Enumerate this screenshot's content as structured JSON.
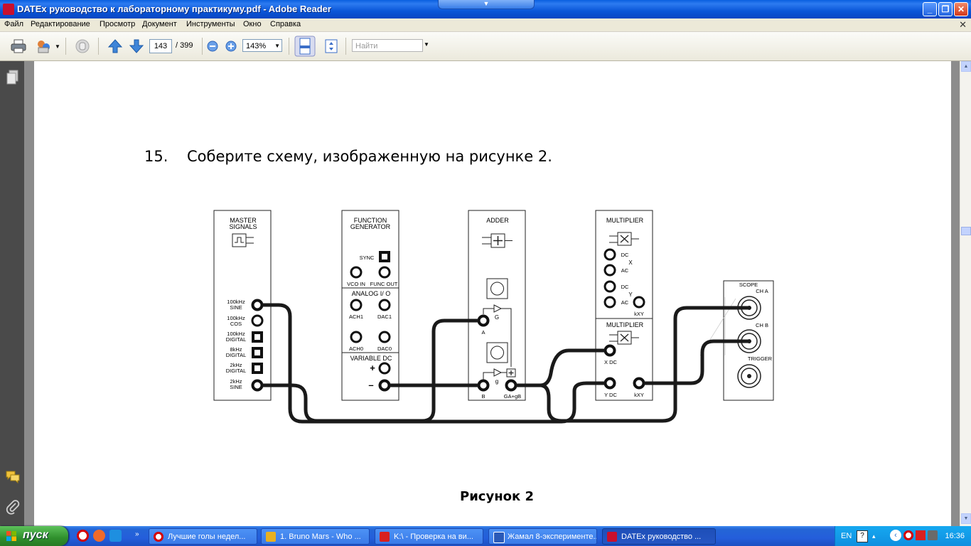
{
  "window": {
    "title": "DATEx руководство к лабораторному практикуму.pdf - Adobe Reader"
  },
  "menu": [
    "Файл",
    "Редактирование",
    "Просмотр",
    "Документ",
    "Инструменты",
    "Окно",
    "Справка"
  ],
  "toolbar": {
    "page_current": "143",
    "page_total": "/ 399",
    "zoom": "143%",
    "find_placeholder": "Найти"
  },
  "document": {
    "step_number": "15.",
    "step_text": "Соберите схему, изображенную на рисунке 2.",
    "caption": "Рисунок 2"
  },
  "diagram": {
    "master_signals": {
      "title1": "MASTER",
      "title2": "SIGNALS",
      "outputs": [
        {
          "l1": "100kHz",
          "l2": "SINE"
        },
        {
          "l1": "100kHz",
          "l2": "COS"
        },
        {
          "l1": "100kHz",
          "l2": "DIGITAL"
        },
        {
          "l1": "8kHz",
          "l2": "DIGITAL"
        },
        {
          "l1": "2kHz",
          "l2": "DIGITAL"
        },
        {
          "l1": "2kHz",
          "l2": "SINE"
        }
      ]
    },
    "function_generator": {
      "title1": "FUNCTION",
      "title2": "GENERATOR",
      "sync": "SYNC",
      "vco_in": "VCO IN",
      "func_out": "FUNC OUT",
      "analog_io": "ANALOG I/ O",
      "ach1": "ACH1",
      "dac1": "DAC1",
      "ach0": "ACH0",
      "dac0": "DAC0",
      "variable_dc": "VARIABLE DC",
      "plus": "+",
      "minus": "–"
    },
    "adder": {
      "title": "ADDER",
      "a": "A",
      "b": "B",
      "g_upper": "G",
      "g_lower": "g",
      "out": "GA+gB"
    },
    "multiplier_top": {
      "title": "MULTIPLIER",
      "dc1": "DC",
      "ac1": "AC",
      "x": "X",
      "dc2": "DC",
      "ac2": "AC",
      "y": "Y",
      "kxy": "kXY"
    },
    "multiplier_bottom": {
      "title": "MULTIPLIER",
      "xdc": "X DC",
      "ydc": "Y DC",
      "kxy": "kXY"
    },
    "scope": {
      "title": "SCOPE",
      "cha": "CH A",
      "chb": "CH B",
      "trigger": "TRIGGER"
    }
  },
  "taskbar": {
    "start": "пуск",
    "tasks": [
      "Лучшие голы недел...",
      "1. Bruno Mars - Who ...",
      "K:\\ - Проверка на ви...",
      "Жамал 8-эксперименте...",
      "DATEx руководство ..."
    ],
    "lang": "EN",
    "time": "16:36"
  },
  "colors": {
    "titlebar": "#0a56d8",
    "taskbar": "#245edb",
    "start": "#2f8f2c",
    "wire": "#1a1a1a"
  }
}
